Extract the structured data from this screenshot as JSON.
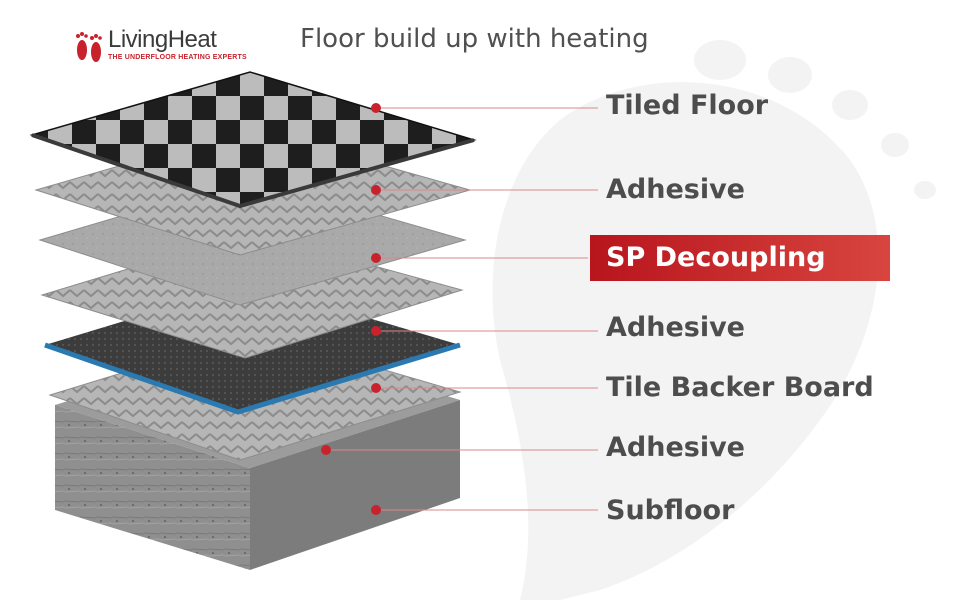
{
  "brand": {
    "name": "LivingHeat",
    "tagline": "THE UNDERFLOOR HEATING EXPERTS"
  },
  "title": "Floor build up with heating",
  "layers": [
    {
      "label": "Tiled Floor",
      "highlight": false
    },
    {
      "label": "Adhesive",
      "highlight": false
    },
    {
      "label": "SP Decoupling",
      "highlight": true
    },
    {
      "label": "Adhesive",
      "highlight": false
    },
    {
      "label": "Tile Backer Board",
      "highlight": false
    },
    {
      "label": "Adhesive",
      "highlight": false
    },
    {
      "label": "Subfloor",
      "highlight": false
    }
  ],
  "colors": {
    "accent": "#c8232c",
    "highlight_bg": "#c62b2b",
    "label_text": "#4d4d4d",
    "title_text": "#505050",
    "backer_edge": "#2a79b0"
  },
  "icons": [
    "feet-logo-icon",
    "footprint-watermark-icon"
  ]
}
